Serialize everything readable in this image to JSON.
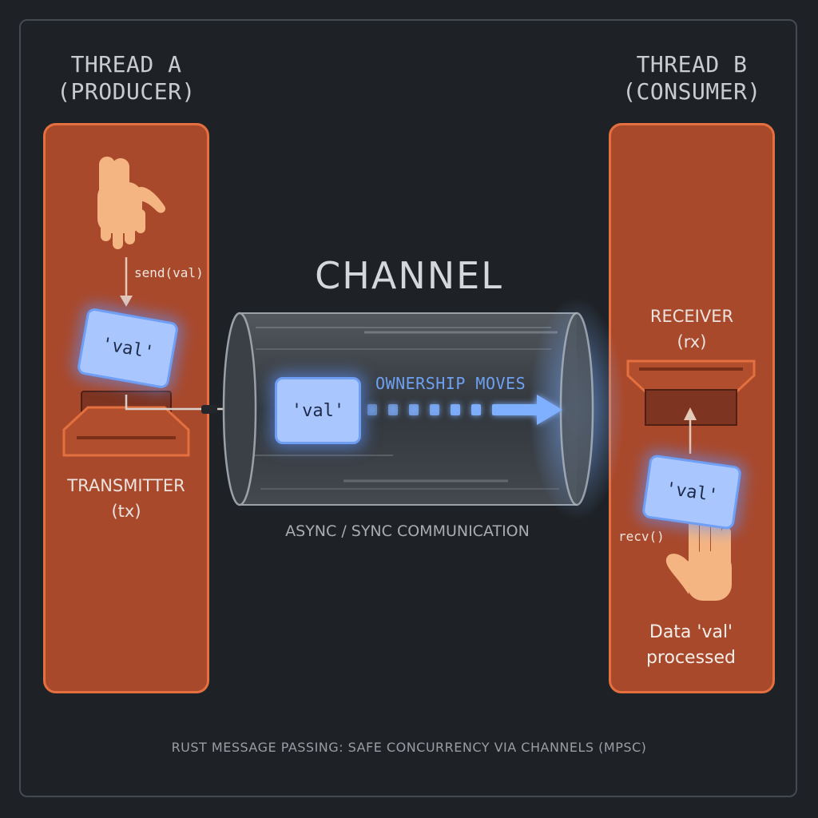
{
  "thread_a": {
    "line1": "THREAD A",
    "line2": "(PRODUCER)"
  },
  "thread_b": {
    "line1": "THREAD B",
    "line2": "(CONSUMER)"
  },
  "producer": {
    "send_call": "send(val)",
    "value": "'val'",
    "transmitter_line1": "TRANSMITTER",
    "transmitter_line2": "(tx)"
  },
  "channel": {
    "title": "CHANNEL",
    "value": "'val'",
    "ownership": "OWNERSHIP MOVES",
    "mode": "ASYNC / SYNC COMMUNICATION"
  },
  "consumer": {
    "receiver_line1": "RECEIVER",
    "receiver_line2": "(rx)",
    "value": "'val'",
    "recv_call": "recv()",
    "processed_line1": "Data 'val'",
    "processed_line2": "processed"
  },
  "footer": "RUST MESSAGE PASSING: SAFE CONCURRENCY VIA CHANNELS (MPSC)",
  "colors": {
    "background": "#1e2226",
    "lane_fill": "#a9492c",
    "lane_border": "#e3703e",
    "value_card": "#a9c6ff",
    "accent_blue": "#6ea0f2",
    "skin": "#f5b582"
  }
}
